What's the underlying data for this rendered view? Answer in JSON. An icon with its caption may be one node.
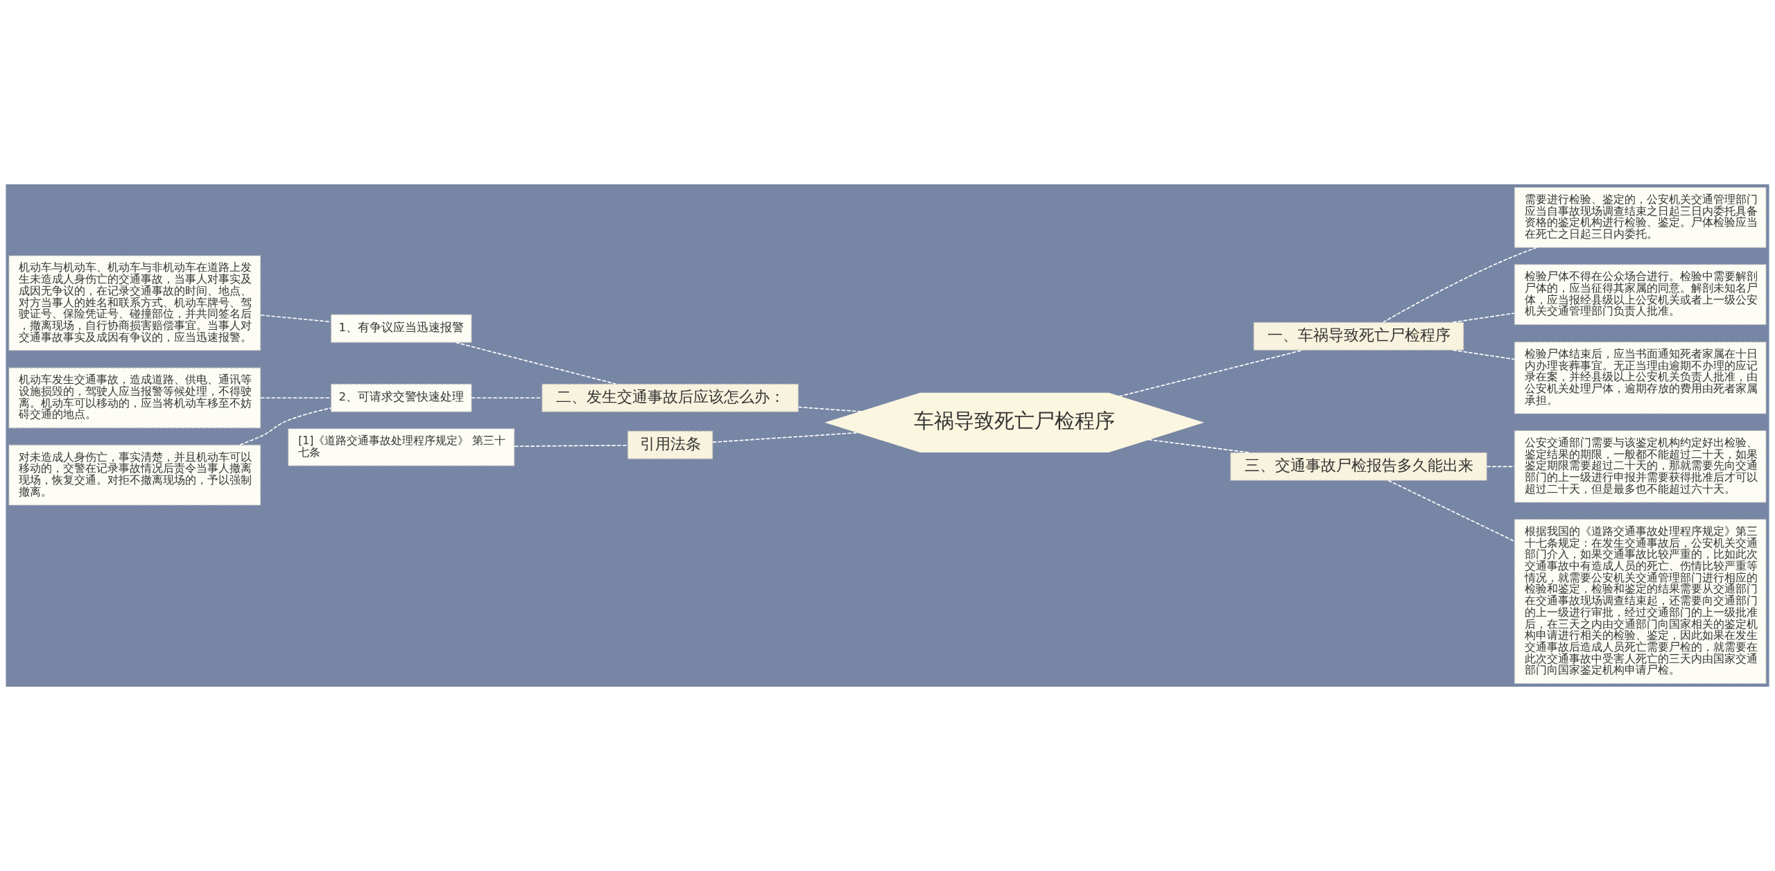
{
  "diagram": {
    "nodes": [
      {
        "text": [
          "车祸导致死亡尸检程序"
        ]
      },
      {
        "text": [
          "一、车祸导致死亡尸检程序"
        ]
      },
      {
        "text": [
          "需要进行检验、鉴定的，公安机关交通管理部门应当自事故现场调查结束之日起三日内委托具备资格的鉴定机构进行检验、鉴定。尸体检验应当在死亡之日起三日内委托。"
        ]
      },
      {
        "text": [
          "检验尸体不得在公众场合进行。检验中需要解剖尸体的，应当征得其家属的同意。解剖未知名尸体，应当报经县级以上公安机关或者上一级公安机关交通管理部门负责人批准。"
        ]
      },
      {
        "text": [
          "检验尸体结束后，应当书面通知死者家属在十日内办理丧葬事宜。无正当理由逾期不办理的应记录在案，并经县级以上公安机关负责人批准，由公安机关处理尸体，逾期存放的费用由死者家属承担。"
        ]
      },
      {
        "text": [
          "三、交通事故尸检报告多久能出来"
        ]
      },
      {
        "text": [
          "公安交通部门需要与该鉴定机构约定好出检验、鉴定结果的期限，一般都不能超过二十天，如果鉴定期限需要超过二十天的，那就需要先向交通部门的上一级进行申报并需要获得批准后才可以超过二十天，但是最多也不能超过六十天。"
        ]
      },
      {
        "text": [
          "根据我国的《道路交通事故处理程序规定》第三十七条规定：在发生交通事故后，公安机关交通部门介入，如果交通事故比较严重的，比如此次交通事故中有造成人员的死亡、伤情比较严重等情况，就需要公安机关交通管理部门进行相应的检验和鉴定，检验和鉴定的结果需要从交通部门在交通事故现场调查结束起，还需要向交通部门的上一级进行审批，经过交通部门的上一级批准后，在三天之内由交通部门向国家相关的鉴定机构申请进行相关的检验、鉴定，因此如果在发生交通事故后造成人员死亡需要尸检的，就需要在此次交通事故中受害人死亡的三天内由国家交通部门向国家鉴定机构申请尸检。"
        ]
      },
      {
        "text": [
          "二、发生交通事故后应该怎么办："
        ]
      },
      {
        "text": [
          "1、有争议应当迅速报警"
        ]
      },
      {
        "text": [
          "机动车与机动车、机动车与非机动车在道路上发生未造成人身伤亡的交通事故，当事人对事实及成因无争议的，在记录交通事故的时间、地点、对方当事人的姓名和联系方式、机动车牌号、驾驶证号、保险凭证号、碰撞部位，并共同签名后，撤离现场，自行协商损害赔偿事宜。当事人对交通事故事实及成因有争议的，应当迅速报警。"
        ]
      },
      {
        "text": [
          "2、可请求交警快速处理"
        ]
      },
      {
        "text": [
          "机动车发生交通事故，造成道路、供电、通讯等设施损毁的，驾驶人应当报警等候处理，不得驶离。机动车可以移动的，应当将机动车移至不妨碍交通的地点。"
        ]
      },
      {
        "text": [
          "对未造成人身伤亡，事实清楚，并且机动车可以移动的，交警在记录事故情况后责令当事人撤离现场，恢复交通。对拒不撤离现场的，予以强制撤离。"
        ]
      },
      {
        "text": [
          "引用法条"
        ]
      },
      {
        "text": [
          "[1]《道路交通事故处理程序规定》 第三十七条"
        ]
      }
    ],
    "edges": [
      {
        "from": 0,
        "to": 1,
        "arrow": "none",
        "style": "dashed"
      },
      {
        "from": 1,
        "to": 2,
        "arrow": "none",
        "style": "dashed"
      },
      {
        "from": 1,
        "to": 3,
        "arrow": "none",
        "style": "dashed"
      },
      {
        "from": 1,
        "to": 4,
        "arrow": "none",
        "style": "dashed"
      },
      {
        "from": 0,
        "to": 5,
        "arrow": "none",
        "style": "dashed"
      },
      {
        "from": 5,
        "to": 6,
        "arrow": "none",
        "style": "dashed"
      },
      {
        "from": 5,
        "to": 7,
        "arrow": "none",
        "style": "dashed"
      },
      {
        "from": 8,
        "to": 0,
        "arrow": "none",
        "style": "dashed"
      },
      {
        "from": 9,
        "to": 8,
        "arrow": "none",
        "style": "dashed"
      },
      {
        "from": 10,
        "to": 9,
        "arrow": "none",
        "style": "dashed"
      },
      {
        "from": 11,
        "to": 8,
        "arrow": "none",
        "style": "dashed"
      },
      {
        "from": 12,
        "to": 11,
        "arrow": "none",
        "style": "dashed"
      },
      {
        "from": 13,
        "to": 11,
        "arrow": "none",
        "style": "dashed"
      },
      {
        "from": 14,
        "to": 0,
        "arrow": "none",
        "style": "dashed"
      },
      {
        "from": 15,
        "to": 14,
        "arrow": "none",
        "style": "dashed"
      }
    ]
  }
}
